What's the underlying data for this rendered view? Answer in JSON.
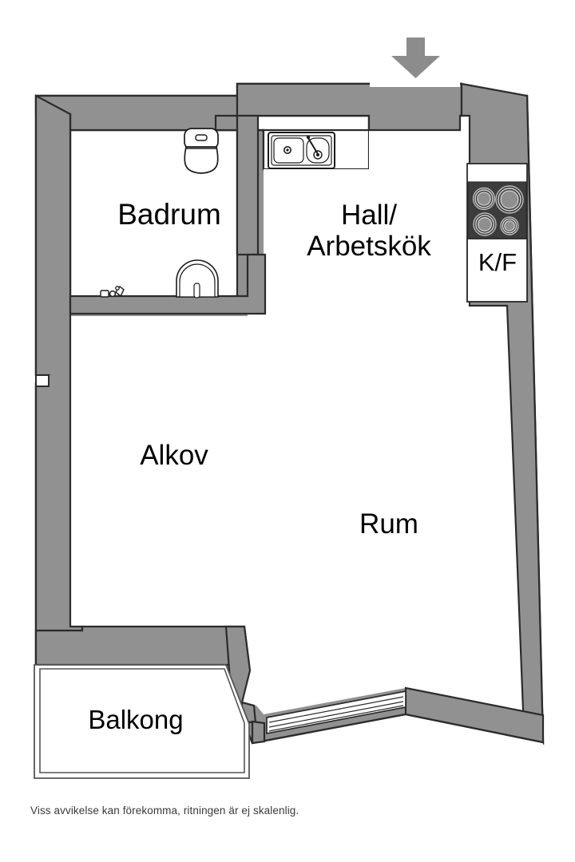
{
  "document": {
    "type": "floor-plan",
    "language": "sv",
    "footnote": "Viss avvikelse kan förekomma, ritningen är ej skalenlig."
  },
  "colors": {
    "wall_fill": "#919191",
    "wall_stroke": "#2b2b2b",
    "floor_fill": "#ffffff",
    "stove_fill": "#3c3c3c",
    "arrow_fill": "#8c8c8c",
    "text": "#000000",
    "footnote_text": "#3a3a3a",
    "fixture_stroke": "#1a1a1a"
  },
  "rooms": [
    {
      "id": "badrum",
      "label": "Badrum"
    },
    {
      "id": "hall",
      "label": "Hall/\nArbetskök"
    },
    {
      "id": "alkov",
      "label": "Alkov"
    },
    {
      "id": "rum",
      "label": "Rum"
    },
    {
      "id": "balkong",
      "label": "Balkong"
    }
  ],
  "appliances": {
    "fridge_freezer_label": "K/F",
    "stove_burners": 4,
    "sink_basins": 2
  },
  "fixtures": [
    {
      "name": "toilet",
      "room": "badrum"
    },
    {
      "name": "washbasin",
      "room": "badrum"
    },
    {
      "name": "plumbing-fitting",
      "room": "badrum"
    },
    {
      "name": "kitchen-sink",
      "room": "hall"
    },
    {
      "name": "stove",
      "room": "hall"
    },
    {
      "name": "fridge-freezer",
      "room": "hall"
    },
    {
      "name": "balcony-door",
      "room": "rum"
    }
  ],
  "markers": {
    "entrance_arrow": "entrance-arrow-down"
  }
}
